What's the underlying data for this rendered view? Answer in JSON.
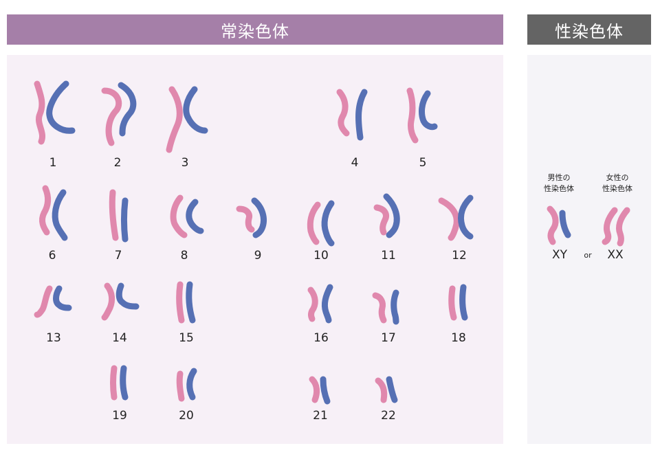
{
  "colors": {
    "pink": "#e088ad",
    "blue": "#5670b4"
  },
  "headers": {
    "autosome": "常染色体",
    "sex": "性染色体"
  },
  "autosomes": [
    {
      "label": "1"
    },
    {
      "label": "2"
    },
    {
      "label": "3"
    },
    {
      "label": "4"
    },
    {
      "label": "5"
    },
    {
      "label": "6"
    },
    {
      "label": "7"
    },
    {
      "label": "8"
    },
    {
      "label": "9"
    },
    {
      "label": "10"
    },
    {
      "label": "11"
    },
    {
      "label": "12"
    },
    {
      "label": "13"
    },
    {
      "label": "14"
    },
    {
      "label": "15"
    },
    {
      "label": "16"
    },
    {
      "label": "17"
    },
    {
      "label": "18"
    },
    {
      "label": "19"
    },
    {
      "label": "20"
    },
    {
      "label": "21"
    },
    {
      "label": "22"
    }
  ],
  "sex_chromosomes": {
    "male": {
      "caption_line1": "男性の",
      "caption_line2": "性染色体",
      "label": "XY"
    },
    "female": {
      "caption_line1": "女性の",
      "caption_line2": "性染色体",
      "label": "XX"
    },
    "or_text": "or"
  }
}
